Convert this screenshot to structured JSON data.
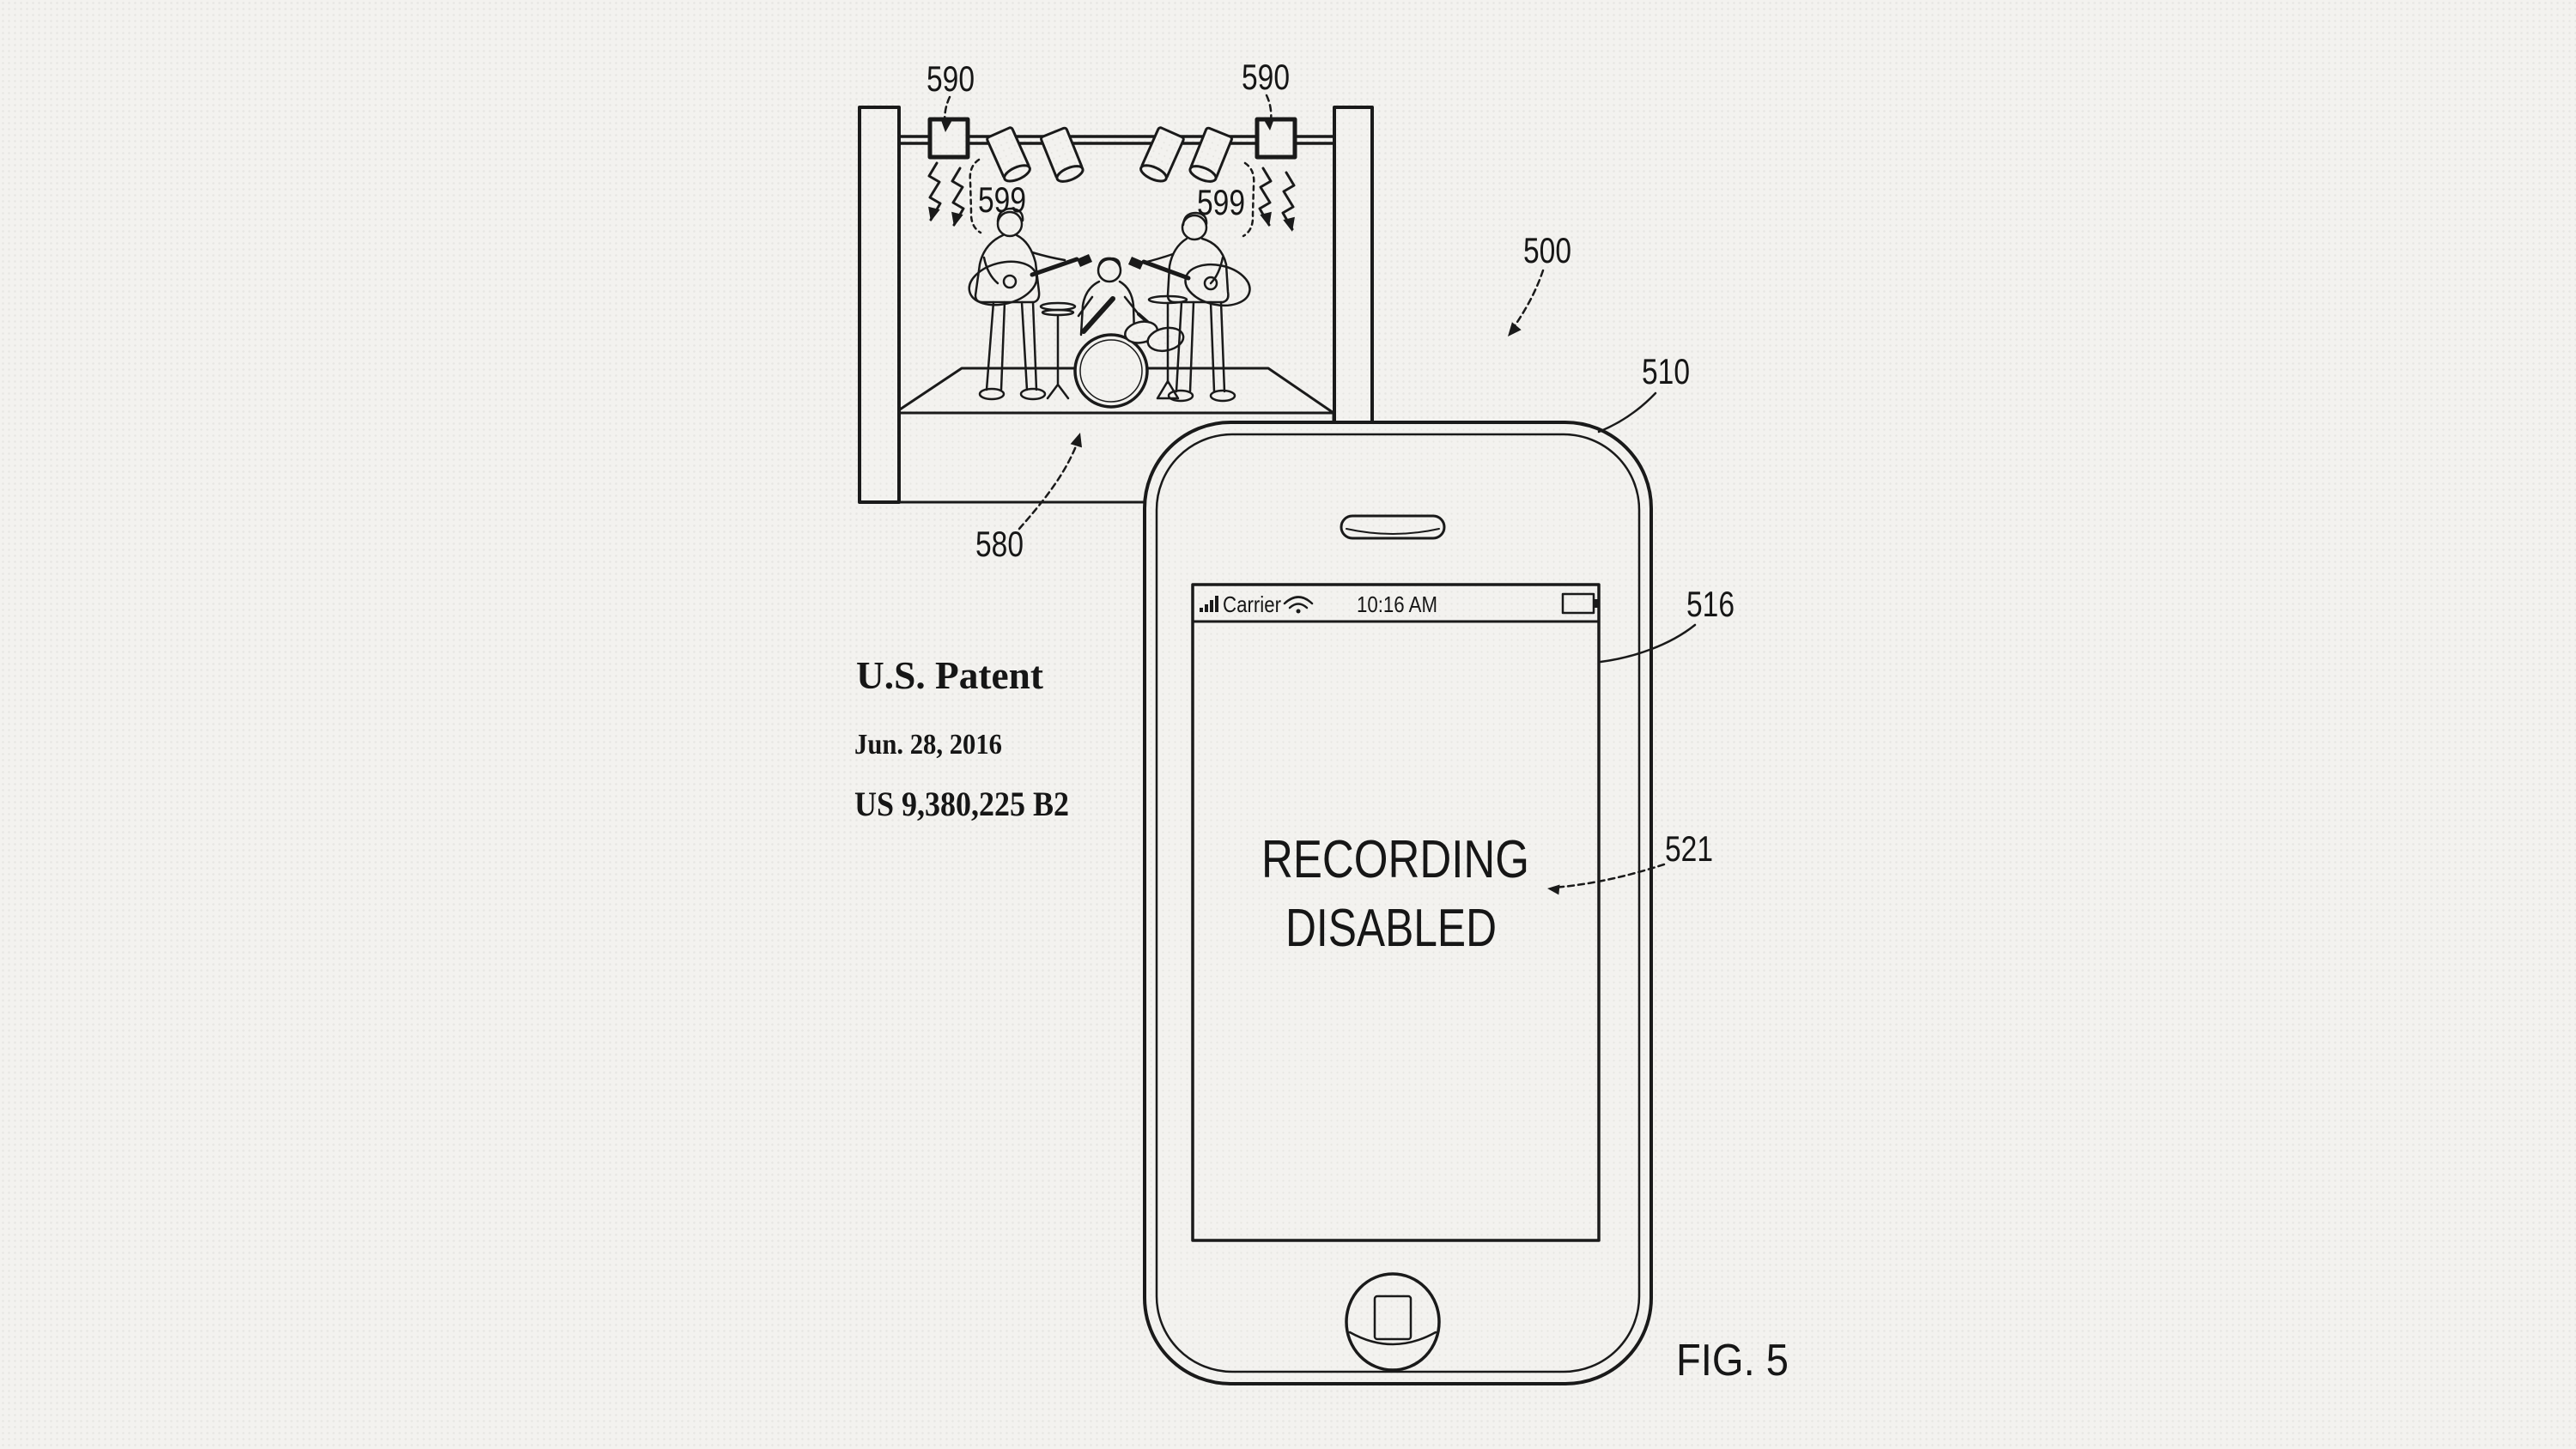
{
  "colors": {
    "background": "#f3f2ef",
    "ink": "#1a1a1a"
  },
  "patent_header": {
    "title": "U.S. Patent",
    "date": "Jun. 28, 2016",
    "number": "US 9,380,225 B2"
  },
  "figure_label": "FIG. 5",
  "reference_labels": {
    "emitter_left": "590",
    "emitter_right": "590",
    "signal_left": "599",
    "signal_right": "599",
    "stage": "580",
    "system": "500",
    "device": "510",
    "display_bezel": "516",
    "screen_message": "521"
  },
  "phone": {
    "status_bar": {
      "signal_icon": "signal-bars-icon",
      "carrier": "Carrier",
      "wifi_icon": "wifi-icon",
      "time": "10:16 AM",
      "battery_icon": "battery-icon"
    },
    "message_line1": "RECORDING",
    "message_line2": "DISABLED"
  }
}
